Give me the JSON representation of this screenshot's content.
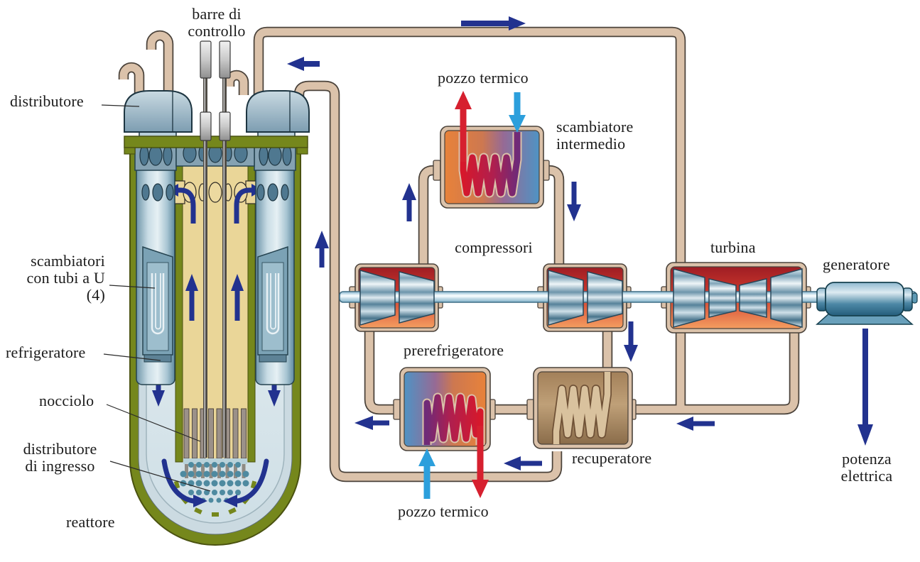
{
  "diagram": {
    "subject": "gas-cooled nuclear reactor with closed Brayton cycle",
    "labels": {
      "barre_di_controllo": "barre di\ncontrollo",
      "distributore": "distributore",
      "scambiatori_tubi_u": "scambiatori\ncon tubi a U\n(4)",
      "refrigeratore": "refrigeratore",
      "nocciolo": "nocciolo",
      "distributore_di_ingresso": "distributore\ndi ingresso",
      "reattore": "reattore",
      "pozzo_termico_top": "pozzo termico",
      "scambiatore_intermedio": "scambiatore\nintermedio",
      "compressori": "compressori",
      "turbina": "turbina",
      "generatore": "generatore",
      "prerefrigeratore": "prerefrigeratore",
      "recuperatore": "recuperatore",
      "pozzo_termico_bottom": "pozzo termico",
      "potenza_elettrica": "potenza\nelettrica"
    },
    "colors": {
      "flow_arrow_navy": "#22328f",
      "hot_arrow_red": "#d6202f",
      "cold_arrow_light_blue": "#2c9fdc",
      "pipe_tan": "#dbc2aa",
      "vessel_olive": "#75871c",
      "core_channel_tan": "#ead698",
      "steel_blue": "#7fa2b5",
      "hx_orange": "#e8823a",
      "hx_blue": "#4f93c4",
      "recuperator_brown": "#bfa078",
      "turbomachine_red": "#cf3a2c"
    }
  }
}
